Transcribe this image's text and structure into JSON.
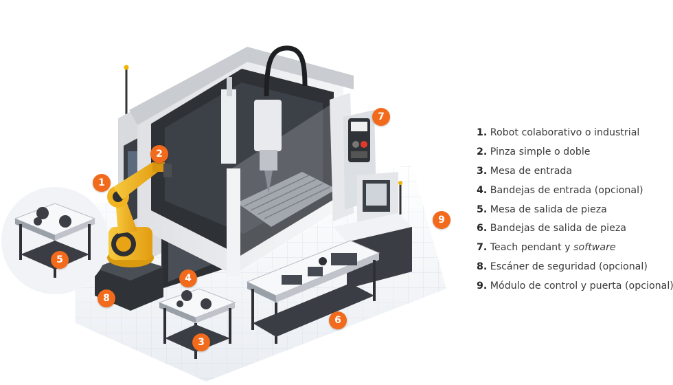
{
  "legend": [
    {
      "num": "1.",
      "text": "Robot colaborativo o industrial"
    },
    {
      "num": "2.",
      "text": "Pinza simple o doble"
    },
    {
      "num": "3.",
      "text": "Mesa de entrada"
    },
    {
      "num": "4.",
      "text": "Bandejas de entrada (opcional)"
    },
    {
      "num": "5.",
      "text": "Mesa de salida de pieza"
    },
    {
      "num": "6.",
      "text": "Bandejas de salida de pieza"
    },
    {
      "num": "7.",
      "text": "Teach pendant y ",
      "em": "software"
    },
    {
      "num": "8.",
      "text": "Escáner de seguridad (opcional)"
    },
    {
      "num": "9.",
      "text": "Módulo de control y puerta (opcional)"
    }
  ],
  "markers": [
    "1",
    "2",
    "3",
    "4",
    "5",
    "6",
    "7",
    "8",
    "9"
  ],
  "colors": {
    "accent": "#f26a1b",
    "robot": "#f2b320",
    "machine_body": "#e8e9ec",
    "machine_dark": "#35383d",
    "floor": "#f0f2f5"
  }
}
